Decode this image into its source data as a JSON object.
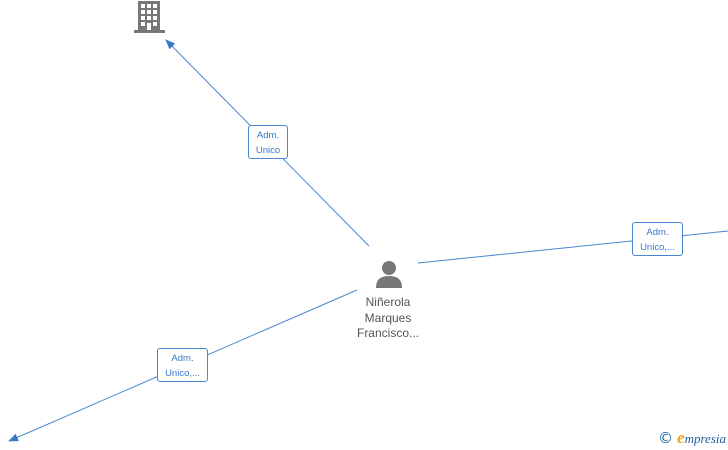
{
  "diagram": {
    "person": {
      "name_lines": [
        "Niñerola",
        "Marques",
        "Francisco..."
      ],
      "icon": "person-icon"
    },
    "company": {
      "icon": "building-icon"
    },
    "edges": [
      {
        "lines": [
          "Adm.",
          "Unico"
        ]
      },
      {
        "lines": [
          "Adm.",
          "Unico,..."
        ]
      },
      {
        "lines": [
          "Adm.",
          "Unico,..."
        ]
      }
    ],
    "line_color": "#4a86d0",
    "node_color": "#777777"
  },
  "watermark": {
    "copyright_symbol": "©",
    "brand_initial": "e",
    "brand_rest": "mpresia"
  }
}
